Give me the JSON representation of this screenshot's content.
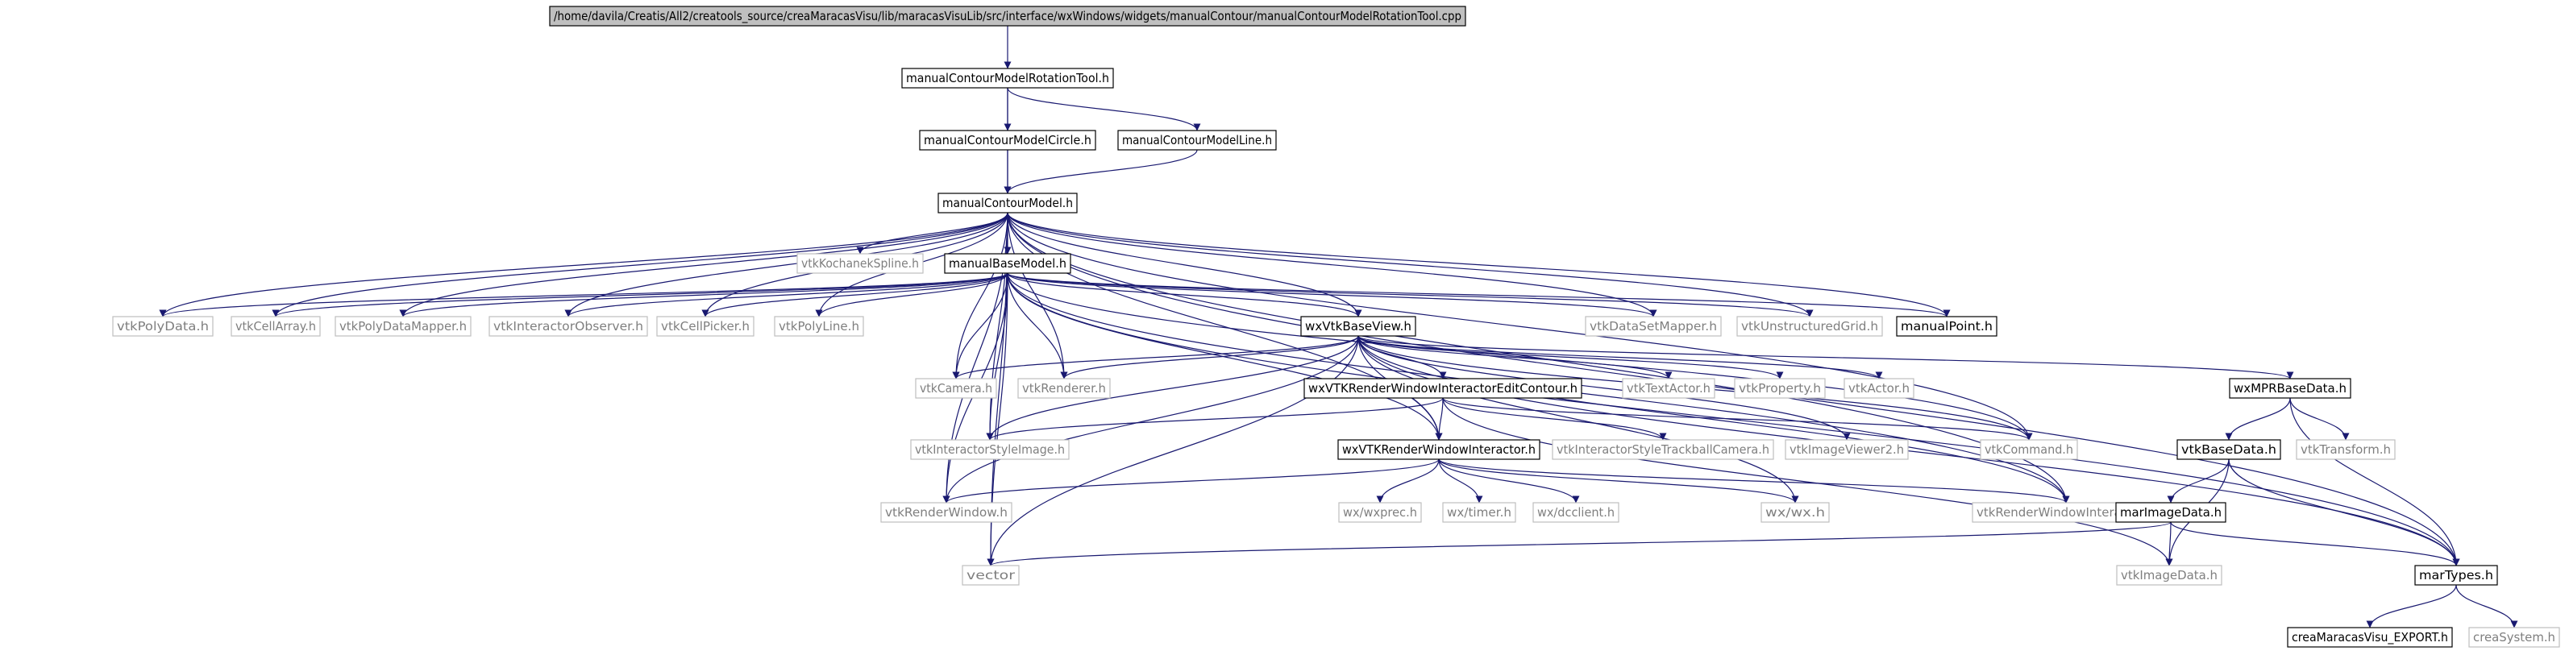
{
  "graph": {
    "root": "/home/davila/Creatis/All2/creatools_source/creaMaracasVisu/lib/maracasVisuLib/src/interface/wxWindows/widgets/manualContour/manualContourModelRotationTool.cpp",
    "nodes": {
      "n_rot_h": "manualContourModelRotationTool.h",
      "n_circle_h": "manualContourModelCircle.h",
      "n_line_h": "manualContourModelLine.h",
      "n_model_h": "manualContourModel.h",
      "n_kochanek": "vtkKochanekSpline.h",
      "n_base_model": "manualBaseModel.h",
      "n_polydata": "vtkPolyData.h",
      "n_cellarray": "vtkCellArray.h",
      "n_polymapper": "vtkPolyDataMapper.h",
      "n_interobs": "vtkInteractorObserver.h",
      "n_cellpicker": "vtkCellPicker.h",
      "n_polyline": "vtkPolyLine.h",
      "n_wxvtkbase": "wxVtkBaseView.h",
      "n_datasetmapper": "vtkDataSetMapper.h",
      "n_ugrid": "vtkUnstructuredGrid.h",
      "n_manualpoint": "manualPoint.h",
      "n_camera": "vtkCamera.h",
      "n_renderer": "vtkRenderer.h",
      "n_wxrwi_edit": "wxVTKRenderWindowInteractorEditContour.h",
      "n_textactor": "vtkTextActor.h",
      "n_property": "vtkProperty.h",
      "n_actor": "vtkActor.h",
      "n_wxmpr": "wxMPRBaseData.h",
      "n_styleimage": "vtkInteractorStyleImage.h",
      "n_wxrwi": "wxVTKRenderWindowInteractor.h",
      "n_trackball": "vtkInteractorStyleTrackballCamera.h",
      "n_viewer2": "vtkImageViewer2.h",
      "n_command": "vtkCommand.h",
      "n_vtkbasedata": "vtkBaseData.h",
      "n_transform": "vtkTransform.h",
      "n_renderwindow": "vtkRenderWindow.h",
      "n_wxprec": "wx/wxprec.h",
      "n_timer": "wx/timer.h",
      "n_dcclient": "wx/dcclient.h",
      "n_wxwx": "wx/wx.h",
      "n_rwi": "vtkRenderWindowInteractor.h",
      "n_marimagedata": "marImageData.h",
      "n_vector": "vector",
      "n_imagedata": "vtkImageData.h",
      "n_martypes": "marTypes.h",
      "n_export": "creaMaracasVisu_EXPORT.h",
      "n_creasystem": "creaSystem.h"
    }
  },
  "colors": {
    "root_fill": "#bfbfbf",
    "internal_border": "#000000",
    "external_border": "#bfbfbf",
    "external_text": "#7f7f7f",
    "edge": "#191970"
  }
}
